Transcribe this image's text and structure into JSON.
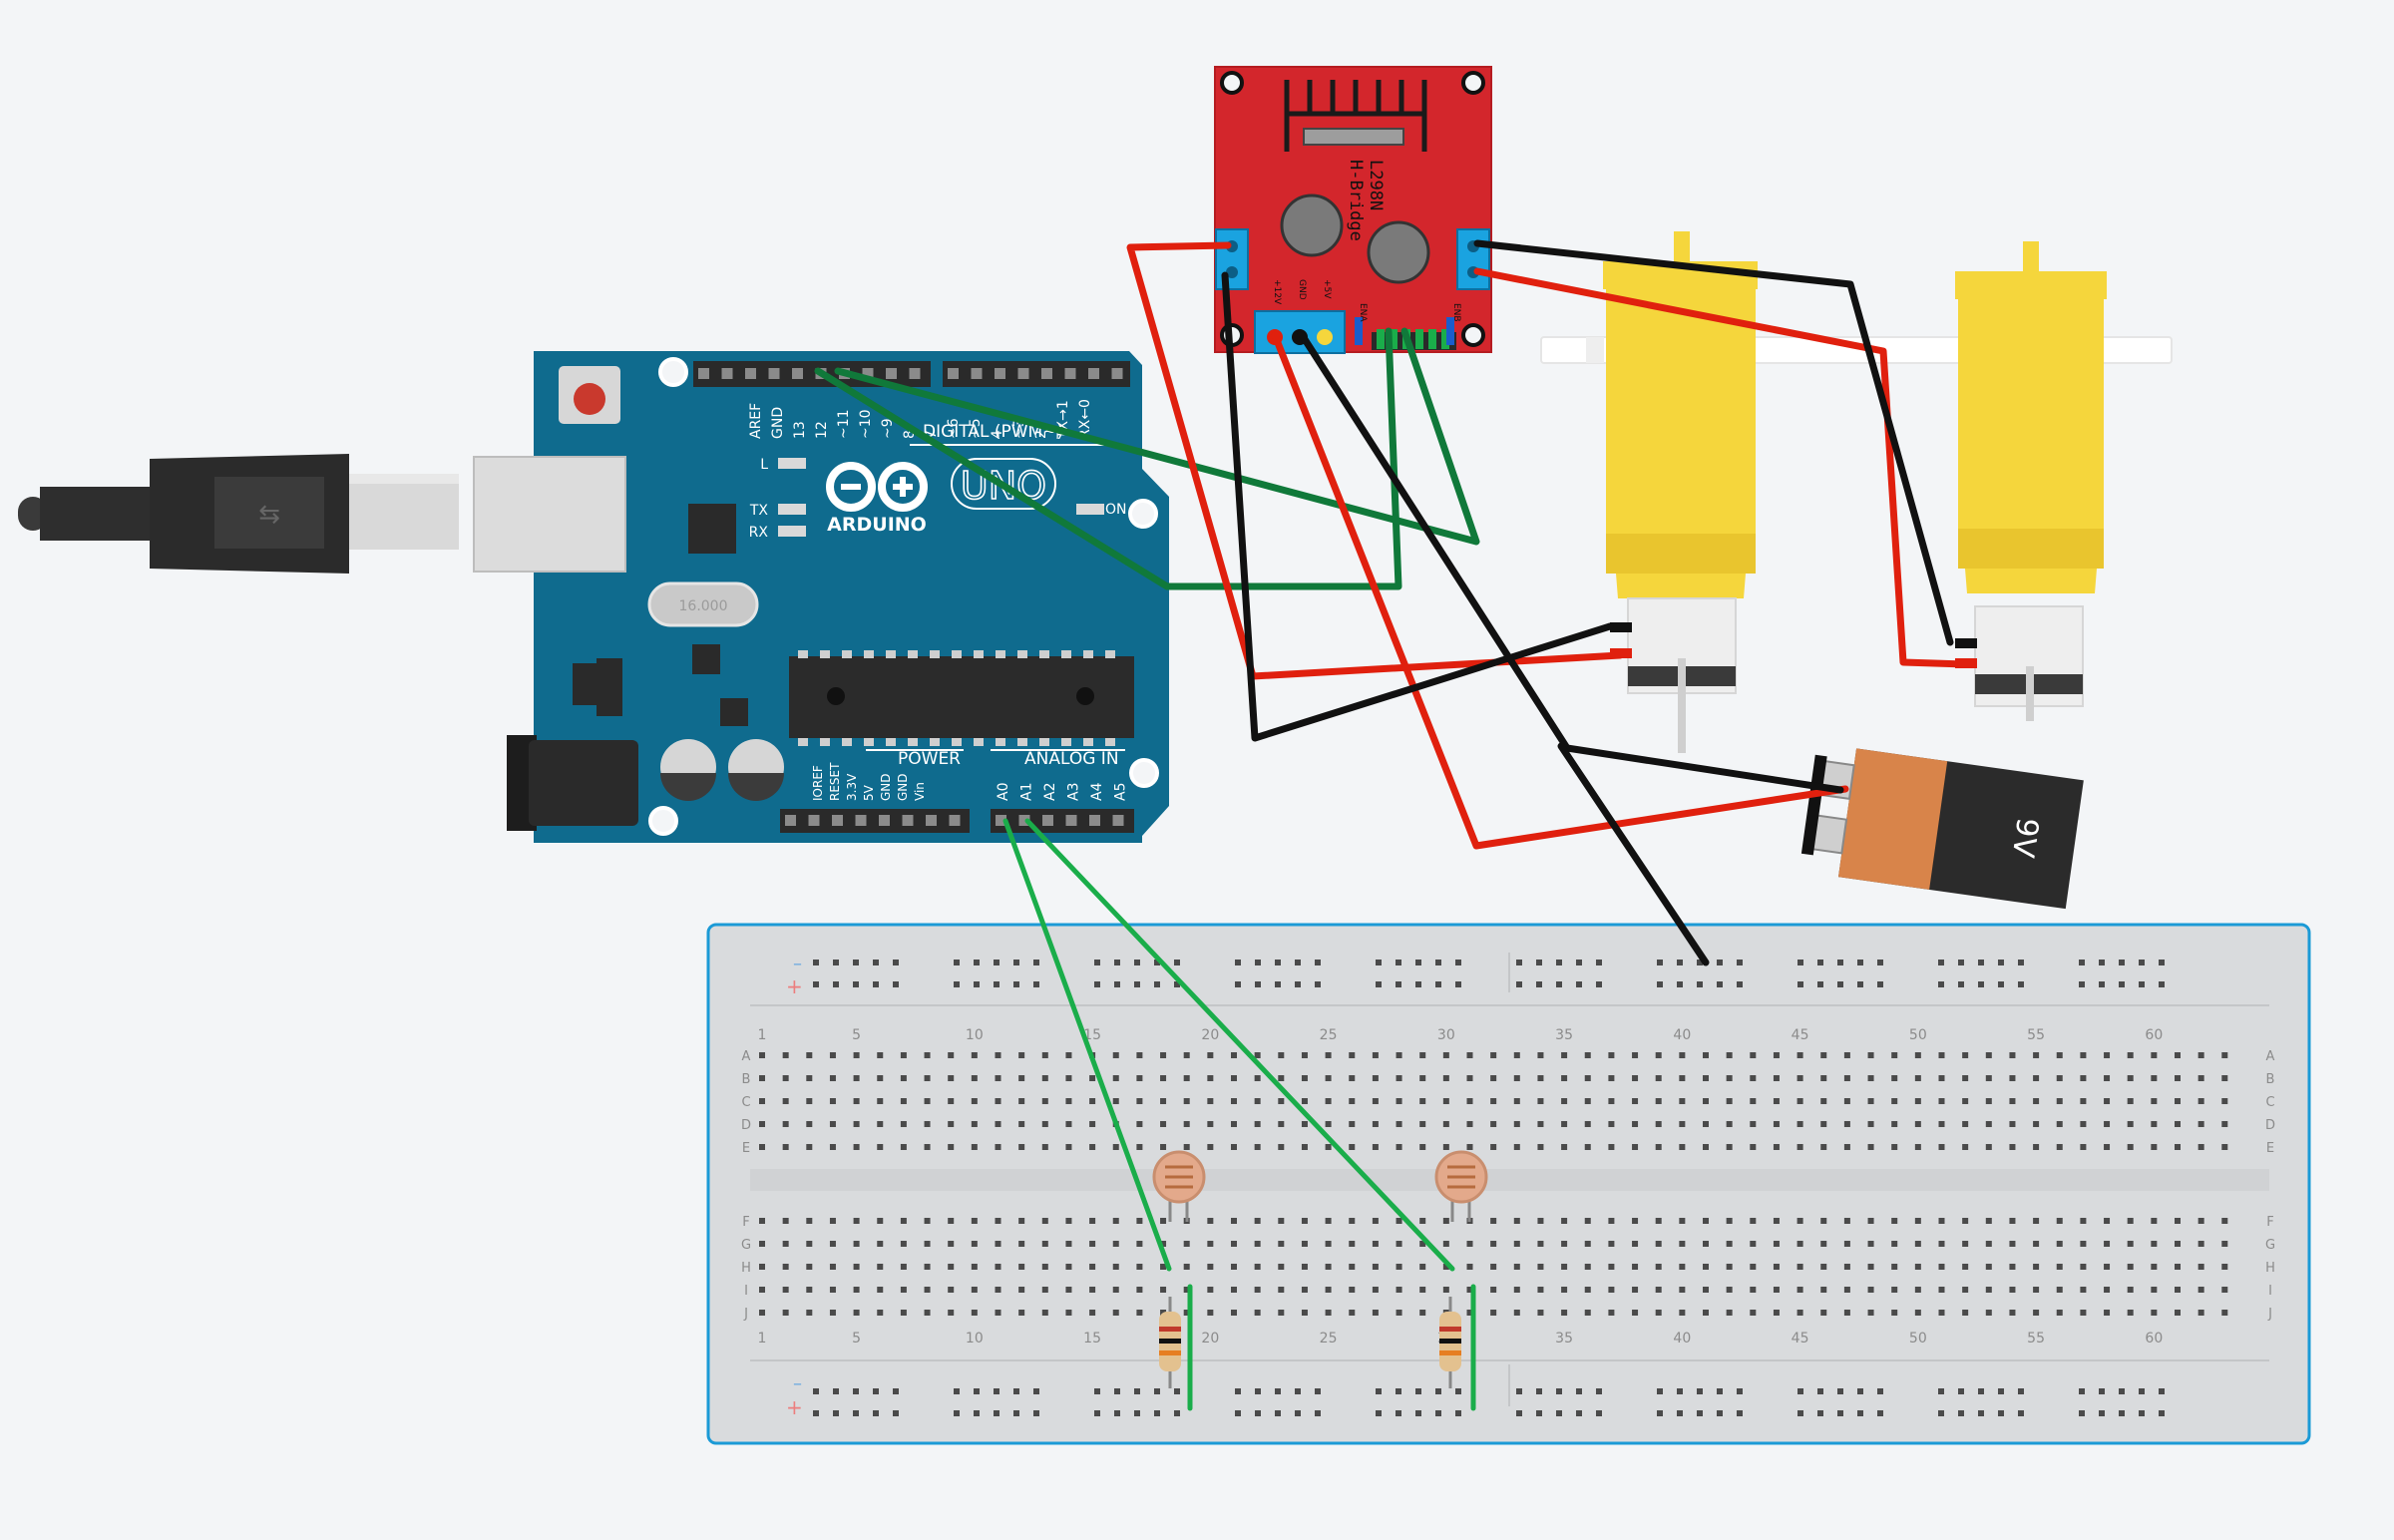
{
  "arduino": {
    "logo": "ARDUINO",
    "model": "UNO",
    "on_label": "ON",
    "l_label": "L",
    "tx_label": "TX",
    "rx_label": "RX",
    "crystal_label": "16.000",
    "digital_label": "DIGITAL (PWM~)",
    "power_label": "POWER",
    "analog_label": "ANALOG IN",
    "digital_pins": [
      "AREF",
      "GND",
      "13",
      "12",
      "~11",
      "~10",
      "~9",
      "8",
      "7",
      "~6",
      "~5",
      "4",
      "~3",
      "2",
      "TX→1",
      "RX←0"
    ],
    "power_pins": [
      "IOREF",
      "RESET",
      "3.3V",
      "5V",
      "GND",
      "GND",
      "Vin"
    ],
    "analog_pins": [
      "A0",
      "A1",
      "A2",
      "A3",
      "A4",
      "A5"
    ]
  },
  "driver": {
    "title_line1": "L298N",
    "title_line2": "H-Bridge",
    "pin_labels": [
      "+12V",
      "GND",
      "+5V"
    ],
    "enable_label_a": "ENA",
    "enable_label_b": "ENB"
  },
  "battery": {
    "label": "9V"
  },
  "breadboard": {
    "column_numbers": [
      "1",
      "5",
      "10",
      "15",
      "20",
      "25",
      "30",
      "35",
      "40",
      "45",
      "50",
      "55",
      "60"
    ],
    "row_letters_top": [
      "A",
      "B",
      "C",
      "D",
      "E"
    ],
    "row_letters_bottom": [
      "F",
      "G",
      "H",
      "I",
      "J"
    ],
    "rail_minus": "–",
    "rail_plus": "+"
  },
  "colors": {
    "arduino_board": "#0f6b8e",
    "driver_board": "#d3262c",
    "motor_yellow": "#f5d63c",
    "wire_red": "#e0200e",
    "wire_black": "#111111",
    "wire_green": "#10793a",
    "wire_light_green": "#1aad4a",
    "breadboard": "#d9dbdd",
    "battery_copper": "#d8844a"
  }
}
